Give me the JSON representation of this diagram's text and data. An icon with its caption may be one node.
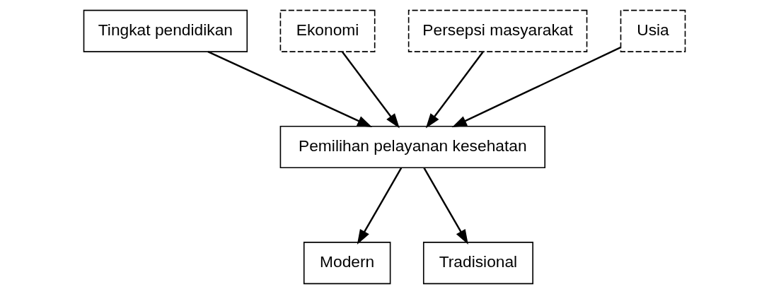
{
  "diagram": {
    "nodes": [
      {
        "text": [
          "Tingkat pendidikan"
        ]
      },
      {
        "text": [
          "Ekonomi"
        ]
      },
      {
        "text": [
          "Persepsi masyarakat"
        ]
      },
      {
        "text": [
          "Usia"
        ]
      },
      {
        "text": [
          "Pemilihan pelayanan kesehatan"
        ]
      },
      {
        "text": [
          "Modern"
        ]
      },
      {
        "text": [
          "Tradisional"
        ]
      }
    ],
    "edges": [
      {
        "from": 0,
        "to": 4,
        "arrow": "to"
      },
      {
        "from": 1,
        "to": 4,
        "arrow": "to"
      },
      {
        "from": 2,
        "to": 4,
        "arrow": "to"
      },
      {
        "from": 3,
        "to": 4,
        "arrow": "to"
      },
      {
        "from": 4,
        "to": 5,
        "arrow": "to"
      },
      {
        "from": 4,
        "to": 6,
        "arrow": "to"
      }
    ]
  }
}
